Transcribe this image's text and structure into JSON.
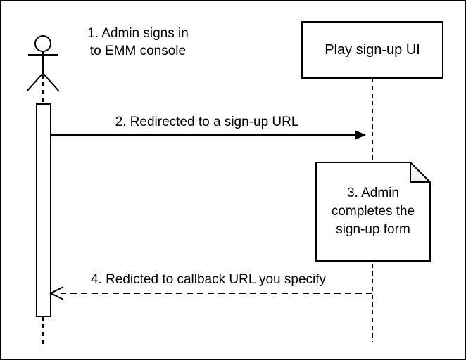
{
  "colors": {
    "stroke": "#000000",
    "canvas_bg": "#ffffff",
    "shape_fill": "#ffffff",
    "note_fold_fill": "#f2f2f2",
    "text_color": "#000000"
  },
  "participants": {
    "admin": {
      "type": "actor"
    },
    "play_signup_ui": {
      "label": "Play sign-up UI"
    }
  },
  "steps": {
    "step1": {
      "label": "1. Admin signs in\nto EMM console"
    },
    "step2": {
      "label": "2. Redirected to a sign-up URL"
    },
    "step3": {
      "label": "3. Admin\ncompletes the\nsign-up form"
    },
    "step4": {
      "label": "4. Redicted to callback URL you specify"
    }
  }
}
